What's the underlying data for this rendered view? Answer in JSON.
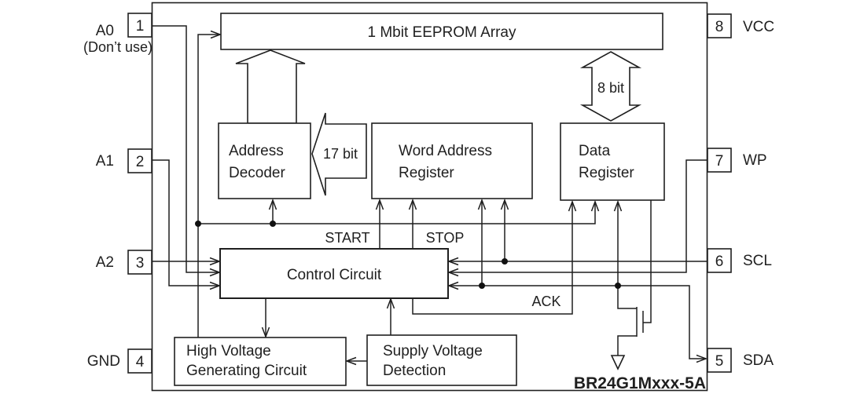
{
  "figure": {
    "part_number": "BR24G1Mxxx-5A",
    "colors": {
      "ink": "#1f1f1f",
      "background": "#ffffff"
    },
    "pins": {
      "left": [
        {
          "number": "1",
          "name": "A0",
          "note": "(Don’t use)"
        },
        {
          "number": "2",
          "name": "A1"
        },
        {
          "number": "3",
          "name": "A2"
        },
        {
          "number": "4",
          "name": "GND"
        }
      ],
      "right": [
        {
          "number": "8",
          "name": "VCC"
        },
        {
          "number": "7",
          "name": "WP"
        },
        {
          "number": "6",
          "name": "SCL"
        },
        {
          "number": "5",
          "name": "SDA"
        }
      ]
    },
    "blocks": {
      "eeprom_array": {
        "label": "1 Mbit EEPROM Array"
      },
      "address_decoder": {
        "line1": "Address",
        "line2": "Decoder"
      },
      "word_address_register": {
        "line1": "Word Address",
        "line2": "Register"
      },
      "data_register": {
        "line1": "Data",
        "line2": "Register"
      },
      "control_circuit": {
        "label": "Control Circuit"
      },
      "high_voltage_generating_circuit": {
        "line1": "High Voltage",
        "line2": "Generating Circuit"
      },
      "supply_voltage_detection": {
        "line1": "Supply Voltage",
        "line2": "Detection"
      }
    },
    "bus_labels": {
      "address_width": "17 bit",
      "data_width": "8 bit"
    },
    "signal_labels": {
      "start": "START",
      "stop": "STOP",
      "ack": "ACK"
    }
  }
}
